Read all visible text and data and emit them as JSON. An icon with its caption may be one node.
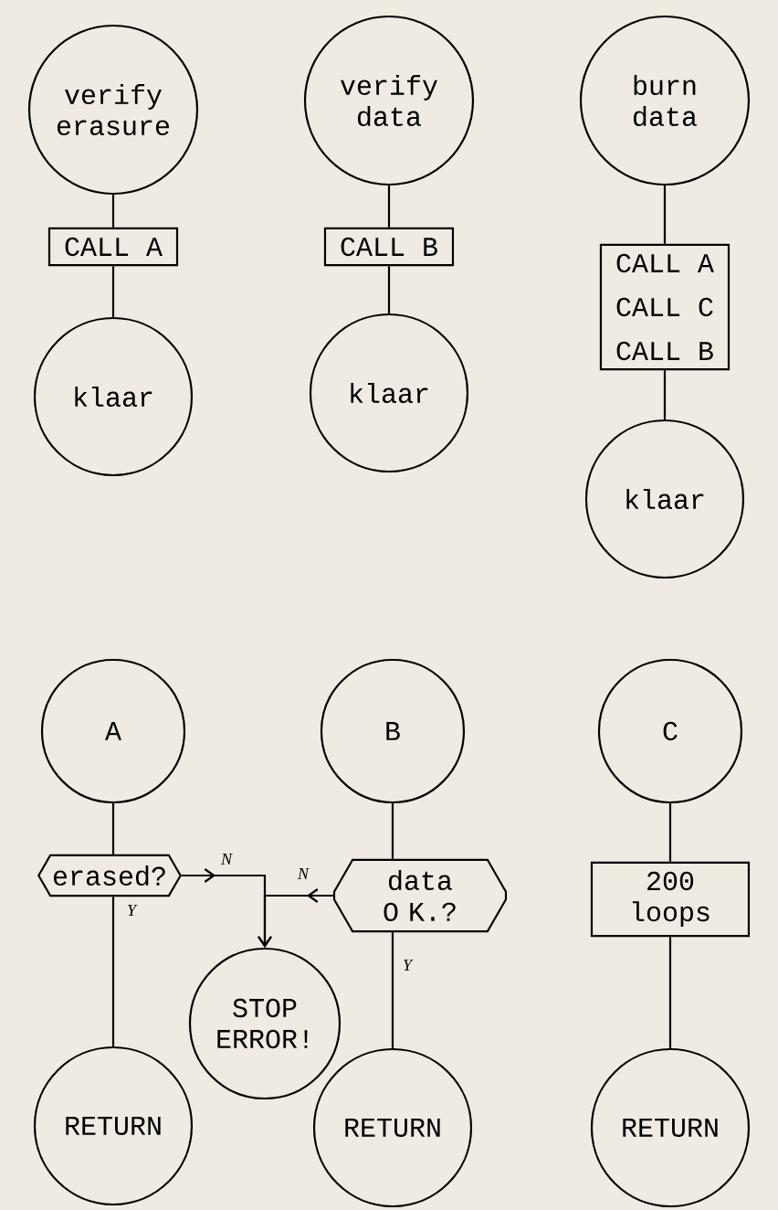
{
  "diagram": {
    "nodes": [
      {
        "text": [
          "verify erasure"
        ]
      },
      {
        "text": [
          "CALL A"
        ]
      },
      {
        "text": [
          "klaar"
        ]
      },
      {
        "text": [
          "verify data"
        ]
      },
      {
        "text": [
          "CALL B"
        ]
      },
      {
        "text": [
          "klaar"
        ]
      },
      {
        "text": [
          "burn data"
        ]
      },
      {
        "text": [
          "CALL A",
          "CALL C",
          "CALL B"
        ]
      },
      {
        "text": [
          "klaar"
        ]
      },
      {
        "text": [
          "A"
        ]
      },
      {
        "text": [
          "erased?"
        ]
      },
      {
        "text": [
          "RETURN"
        ]
      },
      {
        "text": [
          "B"
        ]
      },
      {
        "text": [
          "data O K.?"
        ]
      },
      {
        "text": [
          "STOP ERROR!"
        ]
      },
      {
        "text": [
          "RETURN"
        ]
      },
      {
        "text": [
          "C"
        ]
      },
      {
        "text": [
          "200 loops"
        ]
      },
      {
        "text": [
          "RETURN"
        ]
      }
    ],
    "edges": [
      {
        "from": 0,
        "to": 1,
        "arrow": "none"
      },
      {
        "from": 1,
        "to": 2,
        "arrow": "none"
      },
      {
        "from": 3,
        "to": 4,
        "arrow": "none"
      },
      {
        "from": 4,
        "to": 5,
        "arrow": "none"
      },
      {
        "from": 6,
        "to": 7,
        "arrow": "none"
      },
      {
        "from": 7,
        "to": 8,
        "arrow": "none"
      },
      {
        "from": 9,
        "to": 10,
        "arrow": "none"
      },
      {
        "from": 10,
        "to": 11,
        "label": "Y",
        "arrow": "none"
      },
      {
        "from": 10,
        "to": 14,
        "label": "N",
        "arrow": "to"
      },
      {
        "from": 12,
        "to": 13,
        "arrow": "none"
      },
      {
        "from": 13,
        "to": 14,
        "label": "N",
        "arrow": "to"
      },
      {
        "from": 13,
        "to": 15,
        "label": "Y",
        "arrow": "none"
      },
      {
        "from": 16,
        "to": 17,
        "arrow": "none"
      },
      {
        "from": 17,
        "to": 18,
        "arrow": "none"
      }
    ]
  }
}
